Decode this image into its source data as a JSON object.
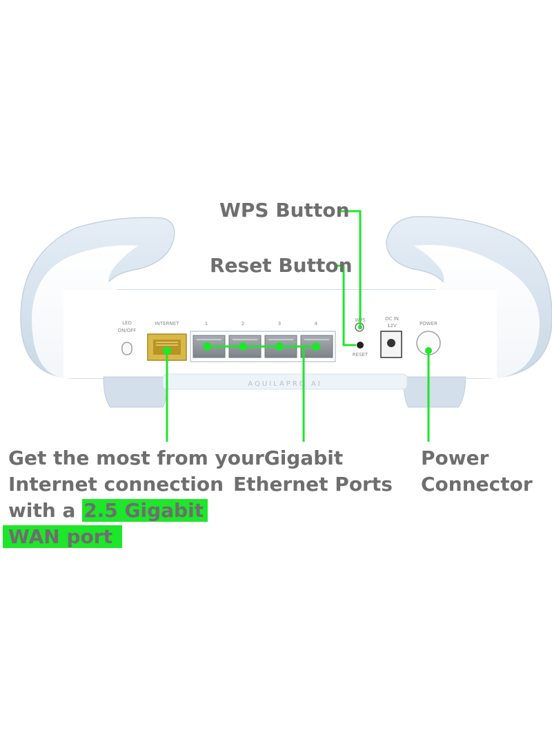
{
  "product": {
    "model_label": "AQUILAPRO AI",
    "ports": {
      "led_label_1": "LED",
      "led_label_2": "ON/OFF",
      "internet_label": "INTERNET",
      "lan_labels": [
        "1",
        "2",
        "3",
        "4"
      ],
      "wps_label": "WPS",
      "reset_label": "RESET",
      "dc_label_1": "DC IN",
      "dc_label_2": "12V",
      "power_label": "POWER"
    }
  },
  "callouts": {
    "wps": "WPS Button",
    "reset": "Reset Button",
    "wan_line1": "Get the most from your",
    "wan_line2": "Internet connection",
    "wan_line3_plain": "with a ",
    "wan_line3_hl": "2.5 Gigabit",
    "wan_line4_hl": "WAN port",
    "ethernet_line1": "Gigabit",
    "ethernet_line2": "Ethernet Ports",
    "power_line1": "Power",
    "power_line2": "Connector"
  },
  "colors": {
    "accent_green": "#1ee62a",
    "text_gray": "#6e6e6e",
    "router_body": "#ffffff",
    "router_shell": "#d7e3ef",
    "wan_port": "#d9b84a",
    "lan_port": "#8f949a"
  }
}
